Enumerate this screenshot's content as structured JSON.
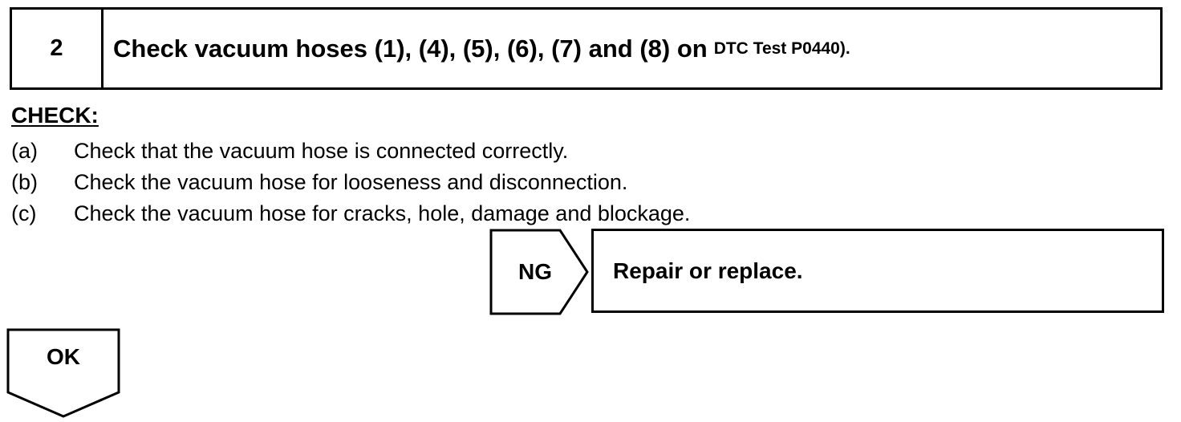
{
  "step": {
    "number": "2",
    "title": "Check vacuum hoses (1), (4), (5), (6), (7) and (8) on",
    "reference": "DTC Test P0440",
    "reference_close": ")."
  },
  "check": {
    "heading": "CHECK:",
    "items": [
      {
        "marker": "(a)",
        "text": "Check that the vacuum hose is connected correctly."
      },
      {
        "marker": "(b)",
        "text": "Check the vacuum hose for looseness and disconnection."
      },
      {
        "marker": "(c)",
        "text": "Check the vacuum hose for cracks, hole, damage and blockage."
      }
    ]
  },
  "ng": {
    "label": "NG",
    "action": "Repair or replace."
  },
  "ok": {
    "label": "OK"
  }
}
